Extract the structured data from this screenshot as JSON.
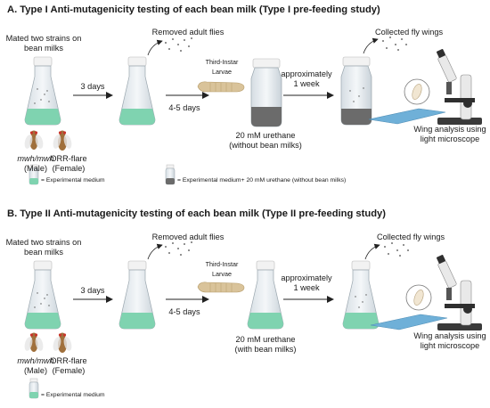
{
  "panelA": {
    "title": "A.  Type I Anti-mutagenicity testing of each bean milk (Type I pre-feeding study)",
    "mated_line1": "Mated two strains on",
    "mated_line2": "bean milks",
    "male_label": "mwh/mwh",
    "male_sub": "(Male)",
    "female_label": "ORR-flare",
    "female_sub": "(Female)",
    "step1": "3 days",
    "removed": "Removed adult flies",
    "larvae_line1": "Third-Instar",
    "larvae_line2": "Larvae",
    "step2": "4-5 days",
    "treat_line1": "20 mM urethane",
    "treat_line2": "(without bean milks)",
    "step3_line1": "approximately",
    "step3_line2": "1 week",
    "collected": "Collected fly wings",
    "analysis_line1": "Wing analysis using",
    "analysis_line2": "light microscope",
    "legend1": "= Experimental medium",
    "legend2": "= Experimental medium+ 20 mM urethane (without bean milks)"
  },
  "panelB": {
    "title": "B.  Type II Anti-mutagenicity testing of each bean milk (Type II pre-feeding study)",
    "mated_line1": "Mated two strains on",
    "mated_line2": "bean milks",
    "male_label": "mwh/mwh",
    "male_sub": "(Male)",
    "female_label": "ORR-flare",
    "female_sub": "(Female)",
    "step1": "3 days",
    "removed": "Removed adult flies",
    "larvae_line1": "Third-Instar",
    "larvae_line2": "Larvae",
    "step2": "4-5 days",
    "treat_line1": "20 mM urethane",
    "treat_line2": "(with bean milks)",
    "step3_line1": "approximately",
    "step3_line2": "1 week",
    "collected": "Collected fly wings",
    "analysis_line1": "Wing analysis using",
    "analysis_line2": "light microscope",
    "legend1": "= Experimental medium"
  },
  "colors": {
    "medium": "#7fd3b0",
    "urethane": "#6b6b6b",
    "flask_glass": "#e8eef2",
    "cap": "#f2f2f2",
    "larva": "#d9c39a",
    "fly_body": "#a0703c",
    "fly_eye": "#c8342a",
    "arrow": "#222222",
    "slide": "#6fb0d8"
  }
}
